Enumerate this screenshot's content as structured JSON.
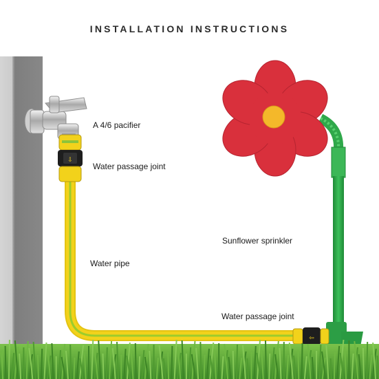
{
  "title": "INSTALLATION INSTRUCTIONS",
  "labels": {
    "pacifier": "A 4/6 pacifier",
    "joint_top": "Water passage joint",
    "sprinkler": "Sunflower sprinkler",
    "pipe": "Water pipe",
    "joint_bottom": "Water passage joint"
  },
  "colors": {
    "hose_yellow": "#f2d21b",
    "hose_green": "#9ccc2c",
    "flower_red": "#d9303c",
    "flower_center": "#f4b82a",
    "stem_green": "#2fa84a",
    "wall": "#8c8c8c",
    "grass": "#5aa63a",
    "joint_black": "#1e1e1e"
  }
}
